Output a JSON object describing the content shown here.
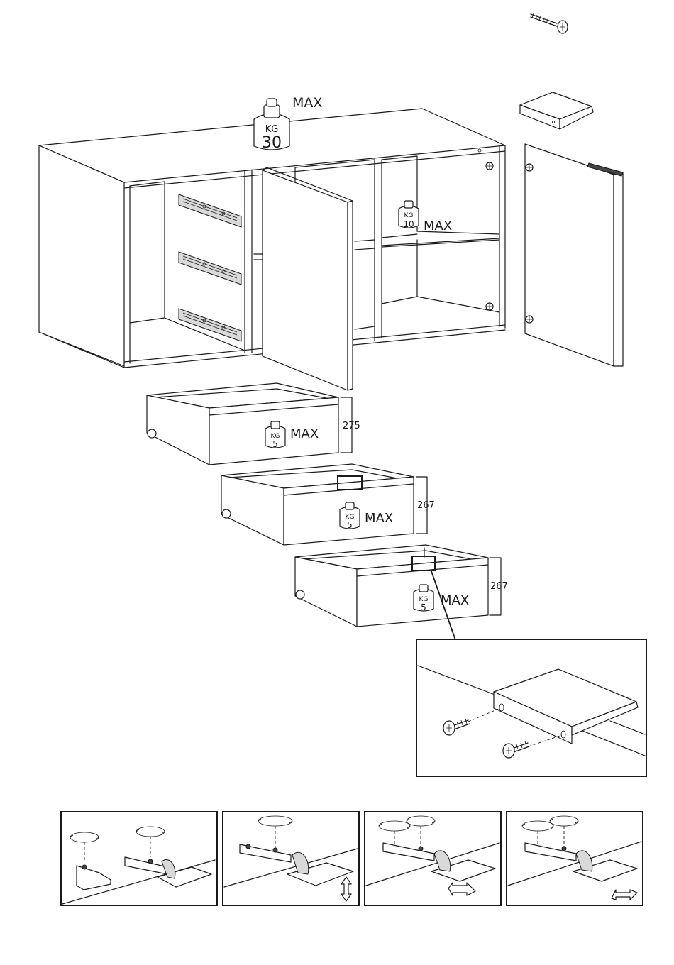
{
  "weights": {
    "top": {
      "unit": "KG",
      "value": "30",
      "label": "MAX"
    },
    "shelf": {
      "unit": "KG",
      "value": "10",
      "label": "MAX"
    },
    "drawer1": {
      "unit": "KG",
      "value": "5",
      "label": "MAX"
    },
    "drawer2": {
      "unit": "KG",
      "value": "5",
      "label": "MAX"
    },
    "drawer3": {
      "unit": "KG",
      "value": "5",
      "label": "MAX"
    }
  },
  "dimensions": {
    "drawer1_height": "275",
    "drawer2_height": "267",
    "drawer3_height": "267"
  },
  "icons": [
    "screw-icon",
    "handle-icon",
    "weight-icon",
    "hinge-icon",
    "rotate-arrow-icon",
    "double-arrow-icon"
  ]
}
